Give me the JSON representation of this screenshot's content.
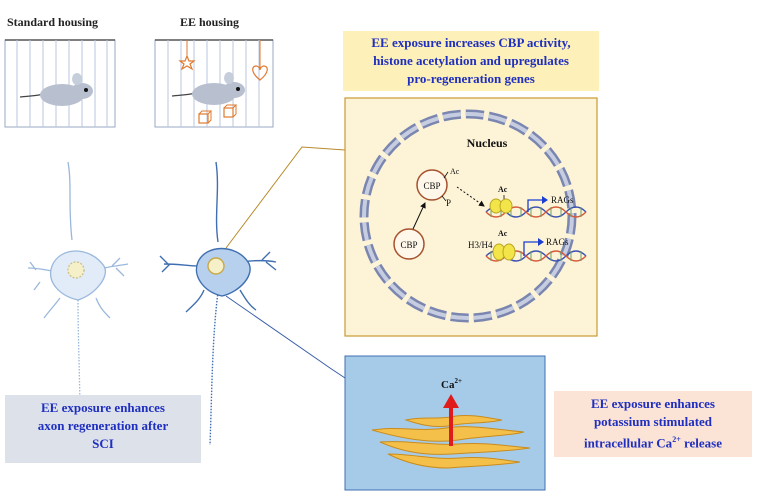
{
  "housing": {
    "standard_label": "Standard housing",
    "ee_label": "EE housing"
  },
  "callouts": {
    "cbp": {
      "line1": "EE exposure increases CBP activity,",
      "line2": "histone acetylation and upregulates",
      "line3": "pro-regeneration genes",
      "bg_color": "#fdf0b8"
    },
    "axon": {
      "line1": "EE exposure enhances",
      "line2": "axon regeneration after",
      "line3": "SCI",
      "bg_color": "#dde2ea"
    },
    "calcium": {
      "line1": "EE exposure enhances",
      "line2": "potassium stimulated",
      "line3_prefix": "intracellular Ca",
      "line3_sup": "2+",
      "line3_suffix": " release",
      "bg_color": "#fbe3d6"
    }
  },
  "nucleus": {
    "title": "Nucleus",
    "cbp_label": "CBP",
    "cbp_label_2": "CBP",
    "ac_label": "Ac",
    "p_label": "P",
    "ac_upper": "Ac",
    "ac_lower": "Ac",
    "rags_upper": "RAGs",
    "rags_lower": "RAGs",
    "histone_label": "H3/H4",
    "panel_bg": "#fdf4d8"
  },
  "calcium_panel": {
    "ion_label": "Ca",
    "ion_sup": "2+",
    "panel_bg": "#a6cbe8"
  }
}
